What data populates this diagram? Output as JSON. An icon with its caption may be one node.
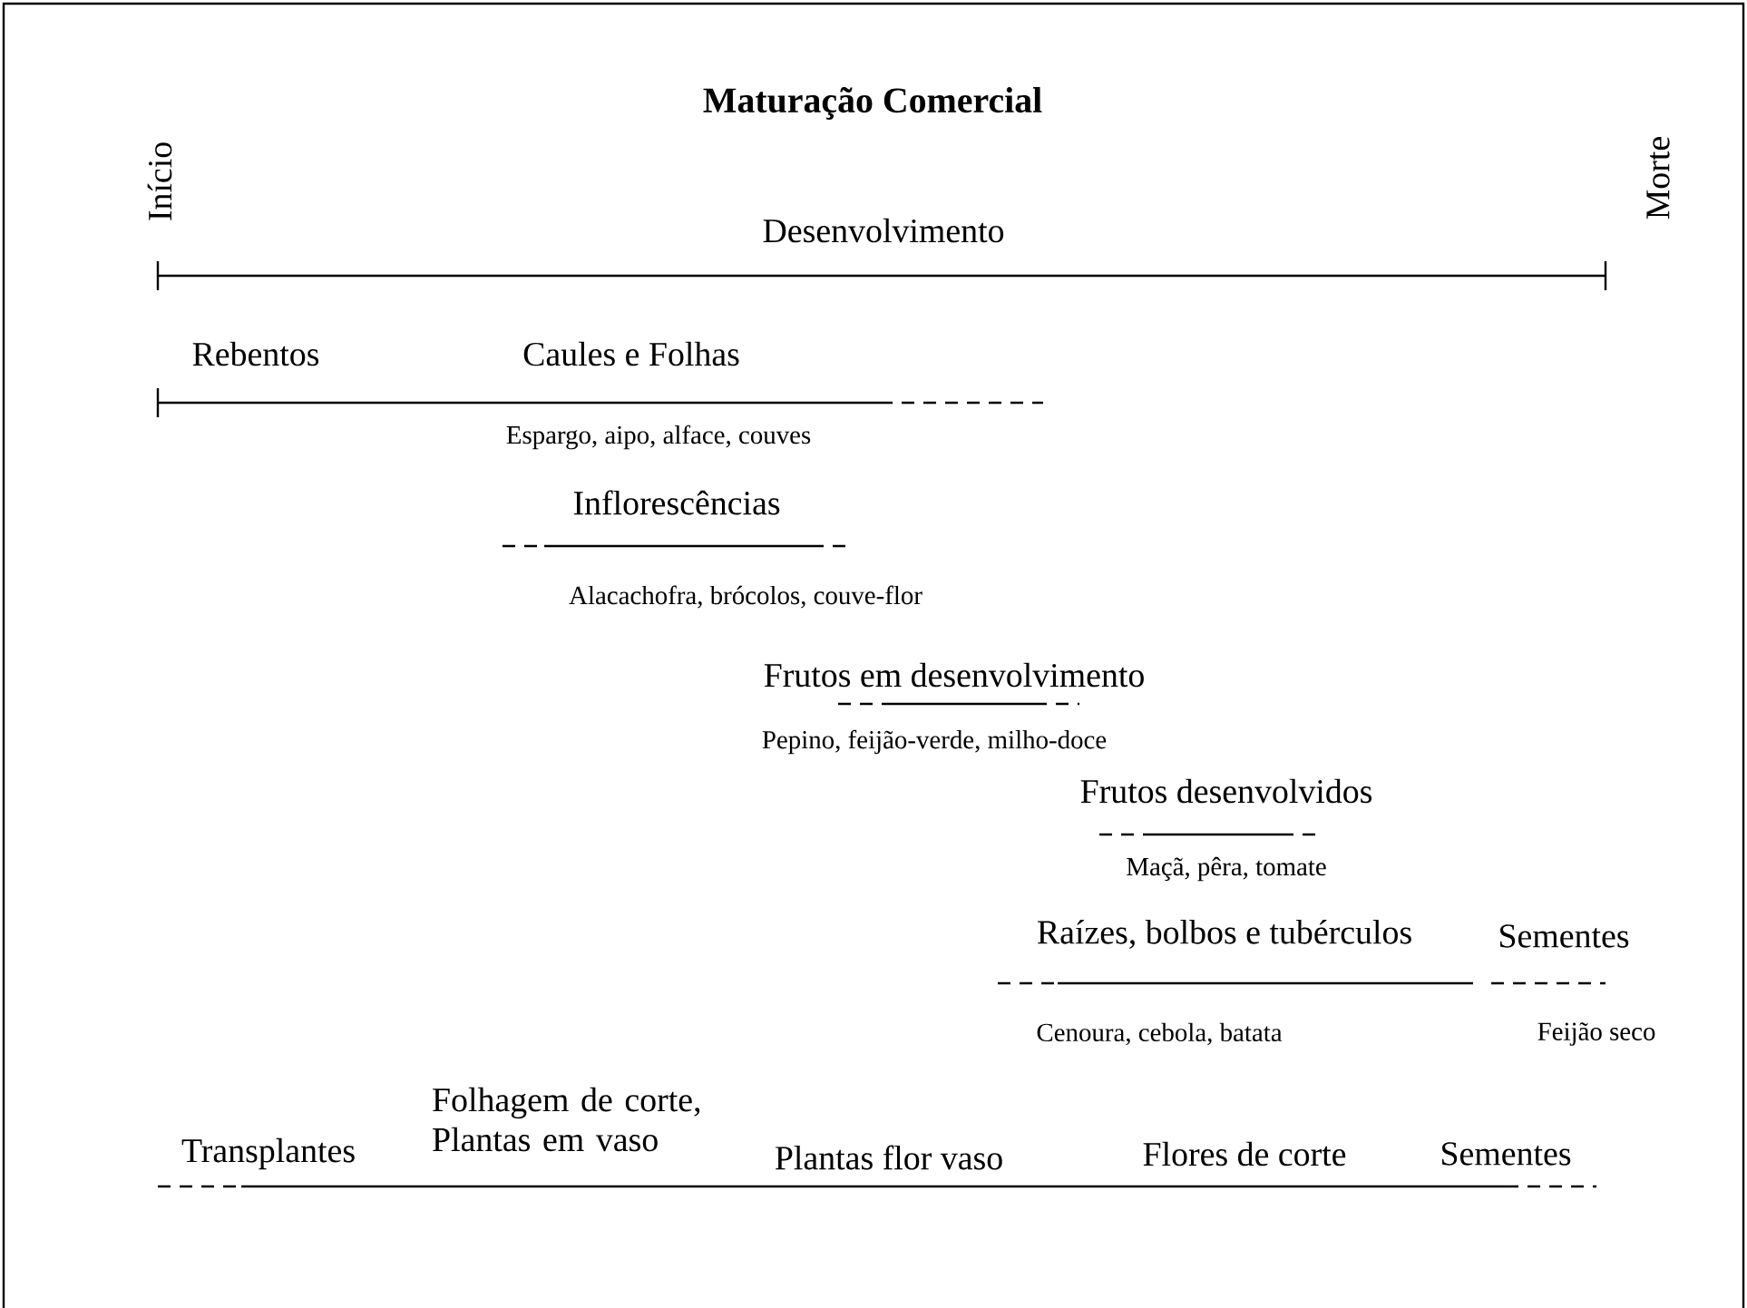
{
  "diagram": {
    "title": "Maturação Comercial",
    "labels": [
      "Início",
      "Desenvolvimento",
      "Morte",
      "Rebentos",
      "Caules e Folhas",
      "Espargo, aipo, alface, couves",
      "Inflorescências",
      "Alacachofra, brócolos, couve-flor",
      "Frutos em desenvolvimento",
      "Pepino, feijão-verde, milho-doce",
      "Frutos desenvolvidos",
      "Maçã, pêra, tomate",
      "Raízes, bolbos e tubérculos",
      "Sementes",
      "Cenoura, cebola, batata",
      "Feijão seco",
      "Folhagem de corte, Plantas em vaso",
      "Transplantes",
      "Plantas flor vaso",
      "Flores de corte",
      "Sementes"
    ]
  }
}
